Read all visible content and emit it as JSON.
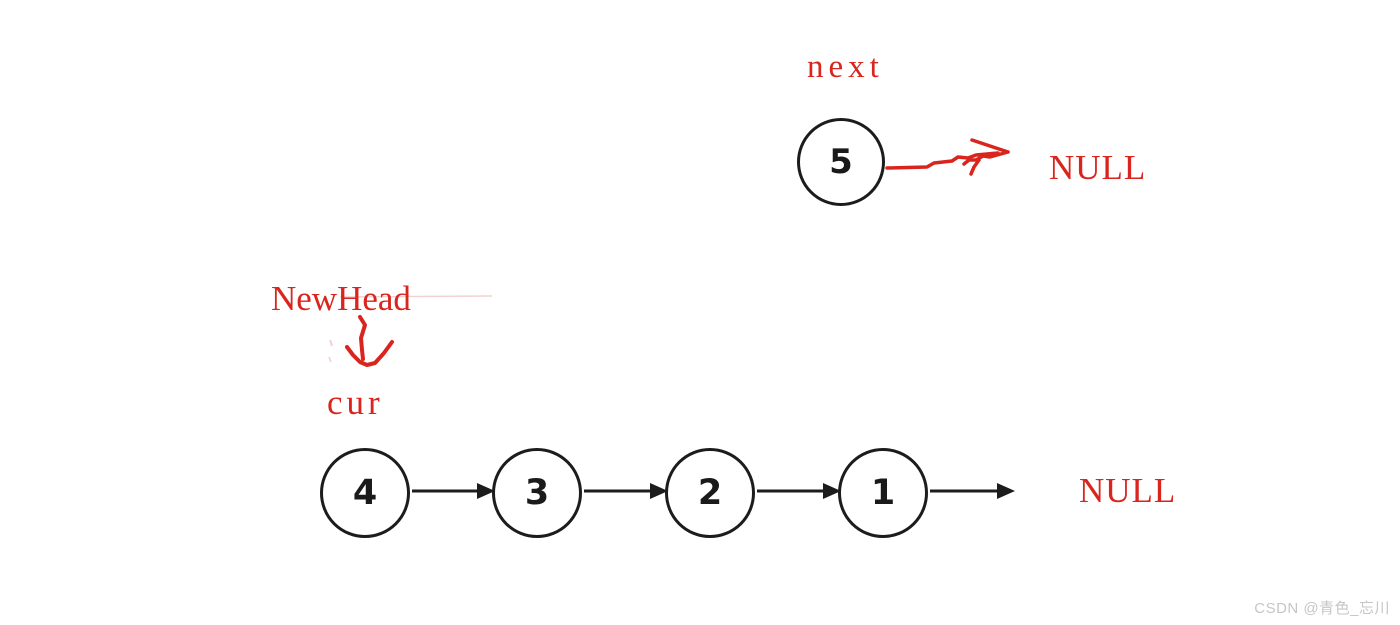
{
  "diagram": {
    "description": "Linked list reversal step diagram",
    "labels": {
      "next": "next",
      "next_null": "NULL",
      "newhead": "NewHead",
      "cur": "cur",
      "list_null": "NULL"
    },
    "detached_node": {
      "value": "5"
    },
    "list_nodes": [
      {
        "value": "4"
      },
      {
        "value": "3"
      },
      {
        "value": "2"
      },
      {
        "value": "1"
      }
    ],
    "colors": {
      "annotation_red": "#d9251e",
      "line_black": "#1c1c1c",
      "node_border": "#1c1c1c",
      "watermark_gray": "#c6c6c6",
      "background": "#ffffff"
    },
    "watermark": "CSDN @青色_忘川"
  }
}
